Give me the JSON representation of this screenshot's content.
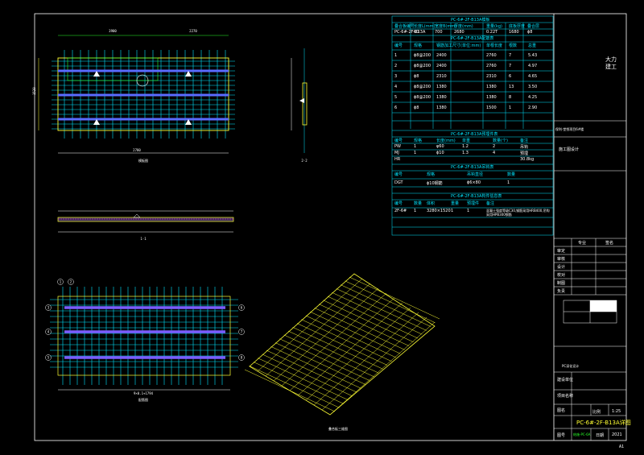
{
  "drawing": {
    "corner_mark": "A1",
    "views": {
      "plan": "模板图",
      "section_2_2": "2-2",
      "section_1_1": "1-1",
      "rebar": "配筋图",
      "iso": "叠合板三维图"
    },
    "callouts": [
      "1",
      "2",
      "3",
      "4",
      "5",
      "6",
      "7",
      "8"
    ],
    "dims": {
      "total_len": "2780",
      "total_w": "1520",
      "seg_a": "3900",
      "seg_b": "2270",
      "rebar_total": "9×0.1+1794"
    }
  },
  "tables": {
    "t1": {
      "title": "PC-6#-2F-B13A模板",
      "headers": [
        "叠合板编号",
        "长度L(mm)",
        "宽度B(mm)",
        "厚度(mm)",
        "重量(kg)",
        "底板厚度",
        "叠合层"
      ],
      "row": [
        "PC-6#-2F-B13A",
        "60",
        "700",
        "2680",
        "0.22T",
        "1680",
        "ϕ8"
      ]
    },
    "t2": {
      "title": "PC-6#-2F-B13A配筋表",
      "headers": [
        "编号",
        "规格",
        "钢筋加工尺寸(单位:mm)",
        "单根长度",
        "根数",
        "总重"
      ],
      "rows": [
        [
          "1",
          "ϕ8@200",
          "2400",
          "2760",
          "7",
          "5.43"
        ],
        [
          "2",
          "ϕ8@200",
          "2400",
          "2760",
          "7",
          "4.97"
        ],
        [
          "3",
          "ϕ8",
          "2310",
          "2310",
          "6",
          "4.65"
        ],
        [
          "4",
          "ϕ8@200",
          "1380",
          "1380",
          "13",
          "3.50"
        ],
        [
          "5",
          "ϕ8@200",
          "1380",
          "1380",
          "8",
          "4.25"
        ],
        [
          "6",
          "ϕ8",
          "1380",
          "1500",
          "1",
          "2.90"
        ]
      ]
    },
    "t3": {
      "title": "PC-6#-2F-B13A预埋件表",
      "headers": [
        "编号",
        "规格",
        "长度(mm)",
        "单重",
        "数量(个)",
        "备注"
      ],
      "rows": [
        [
          "PW",
          "1",
          "φ60",
          "1.2",
          "2",
          "吊钩"
        ],
        [
          "MJ",
          "1",
          "ϕ10",
          "1.3",
          "4",
          "预埋"
        ],
        [
          "HR",
          "",
          "",
          "",
          "",
          "30.8kg"
        ]
      ]
    },
    "t4": {
      "title": "PC-6#-2F-B13A吊钩表",
      "headers": [
        "编号",
        "规格",
        "吊钩直径",
        "数量"
      ],
      "row": [
        "DGT",
        "ϕ10钢筋",
        "ϕ6×80",
        "1"
      ]
    },
    "t5": {
      "title": "PC-6#-2F-B13A构件信息表",
      "headers": [
        "编号",
        "数量",
        "体积",
        "重量",
        "预埋件",
        "备注"
      ],
      "row": [
        "2F-6#",
        "1",
        "3280×1520",
        "1",
        "1",
        "混凝土强度等级C30,钢筋采用HRB400,吊钩采用HPB300钢筋"
      ]
    }
  },
  "title_block": {
    "company": "大力建工",
    "project": "保利·堂悦项目6#楼",
    "stage": "施工图设计",
    "sig_header": [
      "专业",
      "签名"
    ],
    "sig_rows": [
      "审定",
      "审核",
      "设计",
      "校对",
      "制图",
      "负责"
    ],
    "sheet_info": "PC深化设计",
    "rows": [
      "建设单位",
      "项目名称",
      "图名"
    ],
    "scale_label": "比例",
    "scale": "1:25",
    "drawing_name": "PC-6#-2F-B13A详图",
    "no_label": "图号",
    "no": "结施-PC-6A",
    "date_label": "日期",
    "date": "2021"
  },
  "colors": {
    "cyan": "#00e5ff",
    "yellow": "#ffff33",
    "magenta": "#ff3bd0",
    "green": "#2aff2a",
    "white": "#ffffff",
    "blue": "#5a6bff"
  }
}
